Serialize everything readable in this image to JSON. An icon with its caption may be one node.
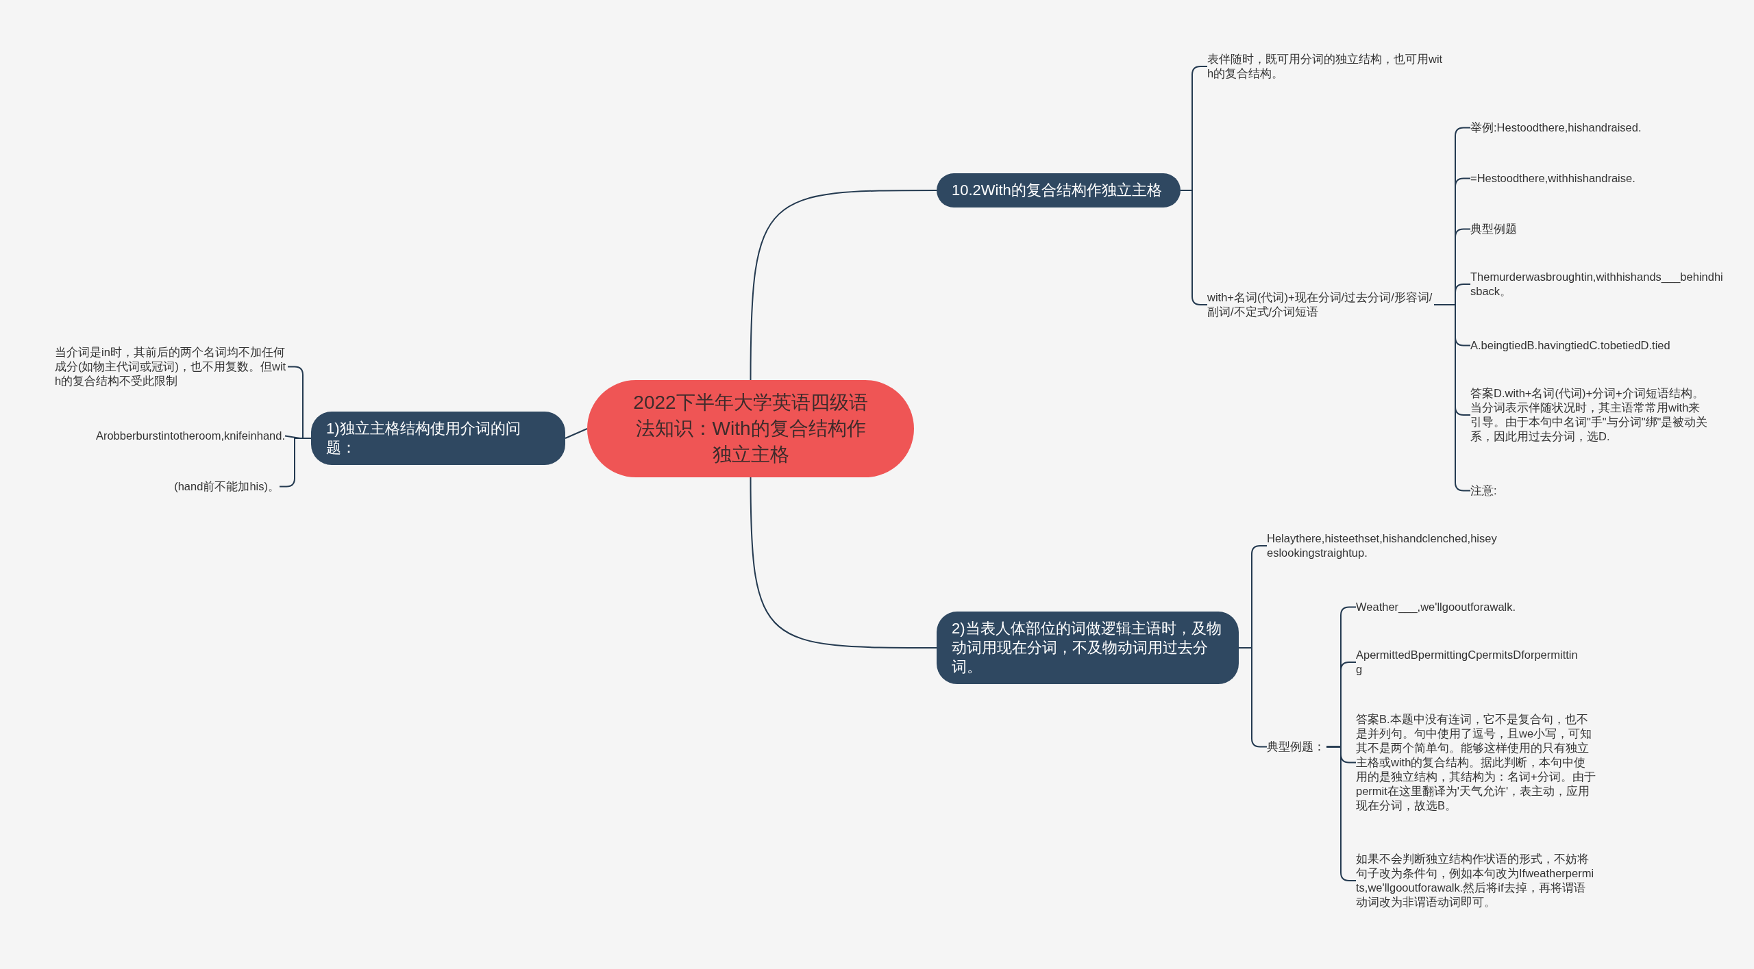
{
  "diagram": {
    "nodes": [
      {
        "text": [
          "2022下半年大学英语四级语法知识：With的复合结构作独立主格"
        ]
      },
      {
        "text": [
          "10.2With的复合结构作独立主格"
        ]
      },
      {
        "text": [
          "表伴随时，既可用分词的独立结构，也可用with的复合结构。"
        ]
      },
      {
        "text": [
          "with+名词(代词)+现在分词/过去分词/形容词/副词/不定式/介词短语"
        ]
      },
      {
        "text": [
          "举例:Hestoodthere,hishandraised."
        ]
      },
      {
        "text": [
          "=Hestoodthere,withhishandraise."
        ]
      },
      {
        "text": [
          "典型例题"
        ]
      },
      {
        "text": [
          "Themurderwasbroughtin,withhishands___behindhisback。"
        ]
      },
      {
        "text": [
          "A.beingtiedB.havingtiedC.tobetiedD.tied"
        ]
      },
      {
        "text": [
          "答案D.with+名词(代词)+分词+介词短语结构。当分词表示伴随状况时，其主语常常用with来引导。由于本句中名词\"手\"与分词\"绑\"是被动关系，因此用过去分词，选D."
        ]
      },
      {
        "text": [
          "注意:"
        ]
      },
      {
        "text": [
          "2)当表人体部位的词做逻辑主语时，及物动词用现在分词，不及物动词用过去分词。"
        ]
      },
      {
        "text": [
          "Helaythere,histeethset,hishandclenched,hiseyeslookingstraightup."
        ]
      },
      {
        "text": [
          "典型例题："
        ]
      },
      {
        "text": [
          "Weather___,we'llgooutforawalk."
        ]
      },
      {
        "text": [
          "ApermittedBpermittingCpermitsDforpermitting"
        ]
      },
      {
        "text": [
          "答案B.本题中没有连词，它不是复合句，也不是并列句。句中使用了逗号，且we小写，可知其不是两个简单句。能够这样使用的只有独立主格或with的复合结构。据此判断，本句中使用的是独立结构，其结构为：名词+分词。由于permit在这里翻译为'天气允许'，表主动，应用现在分词，故选B。"
        ]
      },
      {
        "text": [
          "如果不会判断独立结构作状语的形式，不妨将句子改为条件句，例如本句改为Ifweatherpermits,we'llgooutforawalk.然后将if去掉，再将谓语动词改为非谓语动词即可。"
        ]
      },
      {
        "text": [
          "1)独立主格结构使用介词的问题："
        ]
      },
      {
        "text": [
          "当介词是in时，其前后的两个名词均不加任何成分(如物主代词或冠词)，也不用复数。但with的复合结构不受此限制"
        ]
      },
      {
        "text": [
          "Arobberburstintotheroom,knifeinhand."
        ]
      },
      {
        "text": [
          "(hand前不能加his)。"
        ]
      }
    ],
    "edges": [
      {
        "from": 0,
        "to": 1,
        "arrow": "none"
      },
      {
        "from": 1,
        "to": 2,
        "arrow": "none"
      },
      {
        "from": 1,
        "to": 3,
        "arrow": "none"
      },
      {
        "from": 3,
        "to": 4,
        "arrow": "none"
      },
      {
        "from": 3,
        "to": 5,
        "arrow": "none"
      },
      {
        "from": 3,
        "to": 6,
        "arrow": "none"
      },
      {
        "from": 3,
        "to": 7,
        "arrow": "none"
      },
      {
        "from": 3,
        "to": 8,
        "arrow": "none"
      },
      {
        "from": 3,
        "to": 9,
        "arrow": "none"
      },
      {
        "from": 3,
        "to": 10,
        "arrow": "none"
      },
      {
        "from": 0,
        "to": 11,
        "arrow": "none"
      },
      {
        "from": 11,
        "to": 12,
        "arrow": "none"
      },
      {
        "from": 11,
        "to": 13,
        "arrow": "none"
      },
      {
        "from": 13,
        "to": 14,
        "arrow": "none"
      },
      {
        "from": 13,
        "to": 15,
        "arrow": "none"
      },
      {
        "from": 13,
        "to": 16,
        "arrow": "none"
      },
      {
        "from": 13,
        "to": 17,
        "arrow": "none"
      },
      {
        "from": 0,
        "to": 18,
        "arrow": "none"
      },
      {
        "from": 18,
        "to": 19,
        "arrow": "none"
      },
      {
        "from": 18,
        "to": 20,
        "arrow": "none"
      },
      {
        "from": 18,
        "to": 21,
        "arrow": "none"
      }
    ]
  }
}
